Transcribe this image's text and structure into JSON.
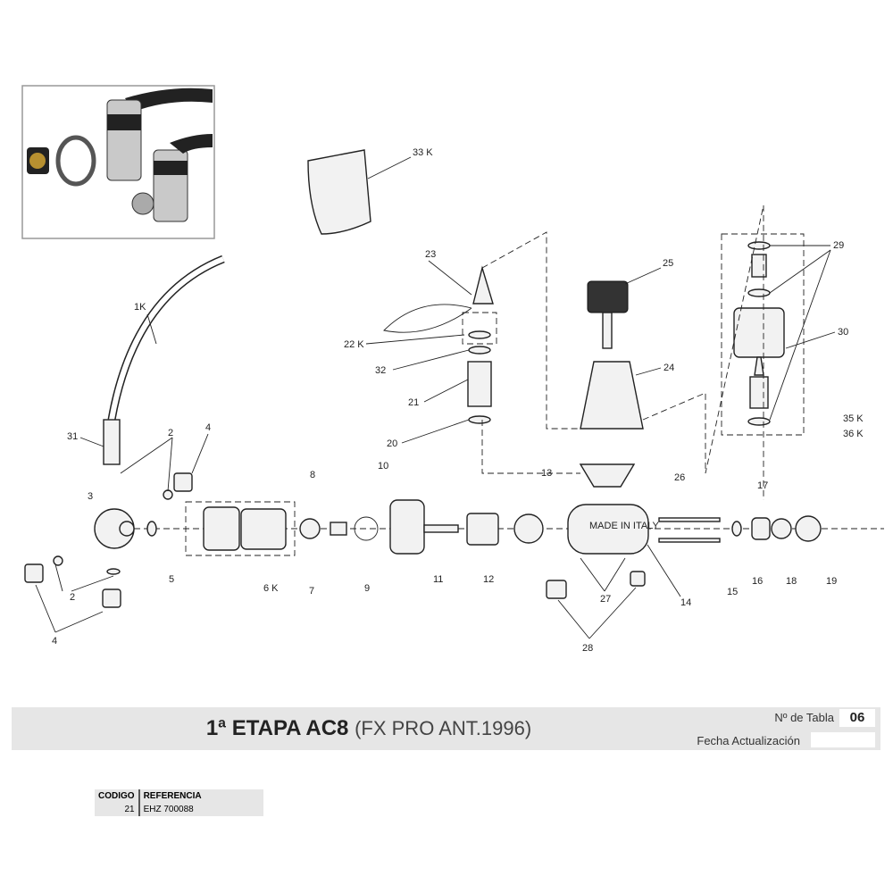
{
  "header": {
    "title_main": "1ª ETAPA AC8",
    "title_sub": "(FX PRO ANT.1996)",
    "tabla_label": "Nº de Tabla",
    "tabla_value": "06",
    "fecha_label": "Fecha Actualización",
    "fecha_value": ""
  },
  "table": {
    "columns": [
      "CODIGO",
      "REFERENCIA"
    ],
    "rows": [
      {
        "codigo": "21",
        "referencia": "EHZ 700088"
      }
    ]
  },
  "labels": {
    "l33k": "33 K",
    "l23": "23",
    "l25": "25",
    "l29": "29",
    "l1k": "1K",
    "l22k": "22 K",
    "l30": "30",
    "l32": "32",
    "l24": "24",
    "l21": "21",
    "l35k": "35 K",
    "l36k": "36 K",
    "l20": "20",
    "l31": "31",
    "l2a": "2",
    "l4a": "4",
    "l3": "3",
    "l8": "8",
    "l10": "10",
    "l13": "13",
    "l26": "26",
    "l17": "17",
    "l5": "5",
    "l6k": "6 K",
    "l7": "7",
    "l9": "9",
    "l11": "11",
    "l12": "12",
    "l14": "14",
    "l15": "15",
    "l16": "16",
    "l18": "18",
    "l19": "19",
    "l2b": "2",
    "l27": "27",
    "l4b": "4",
    "l28": "28",
    "made": "MADE IN ITALY"
  }
}
